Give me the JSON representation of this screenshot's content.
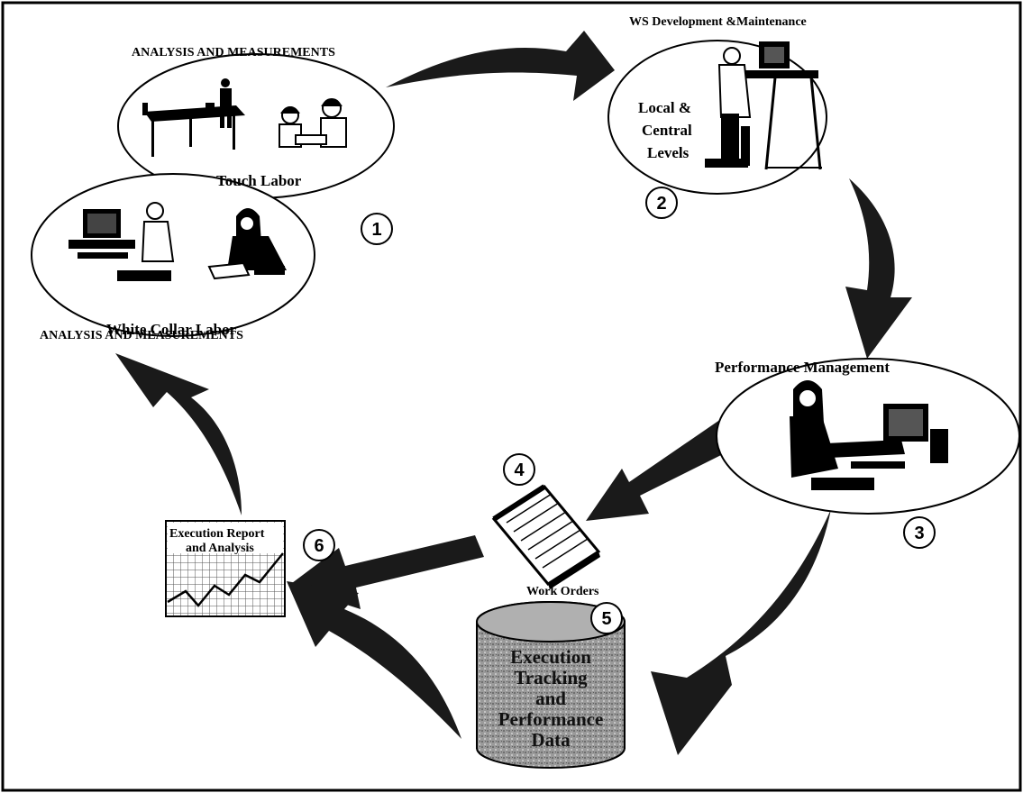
{
  "labels": {
    "analysis_top": "ANALYSIS AND MEASUREMENTS",
    "analysis_bottom": "ANALYSIS AND MEASUREMENTS",
    "ws_dev": "WS Development &Maintenance",
    "local_1": "Local &",
    "local_2": "Central",
    "local_3": "Levels",
    "touch_labor": "Touch Labor",
    "white_collar": "White Collar Labor",
    "perf_mgmt": "Performance Management",
    "work_orders": "Work Orders",
    "exec_report_1": "Execution Report",
    "exec_report_2": "and Analysis",
    "drum_1": "Execution",
    "drum_2": "Tracking",
    "drum_3": "and",
    "drum_4": "Performance",
    "drum_5": "Data"
  },
  "steps": [
    "1",
    "2",
    "3",
    "4",
    "5",
    "6"
  ],
  "colors": {
    "ink": "#000000",
    "arrow": "#1a1a1a",
    "drum": "#8a8a8a",
    "grid": "#555555"
  }
}
